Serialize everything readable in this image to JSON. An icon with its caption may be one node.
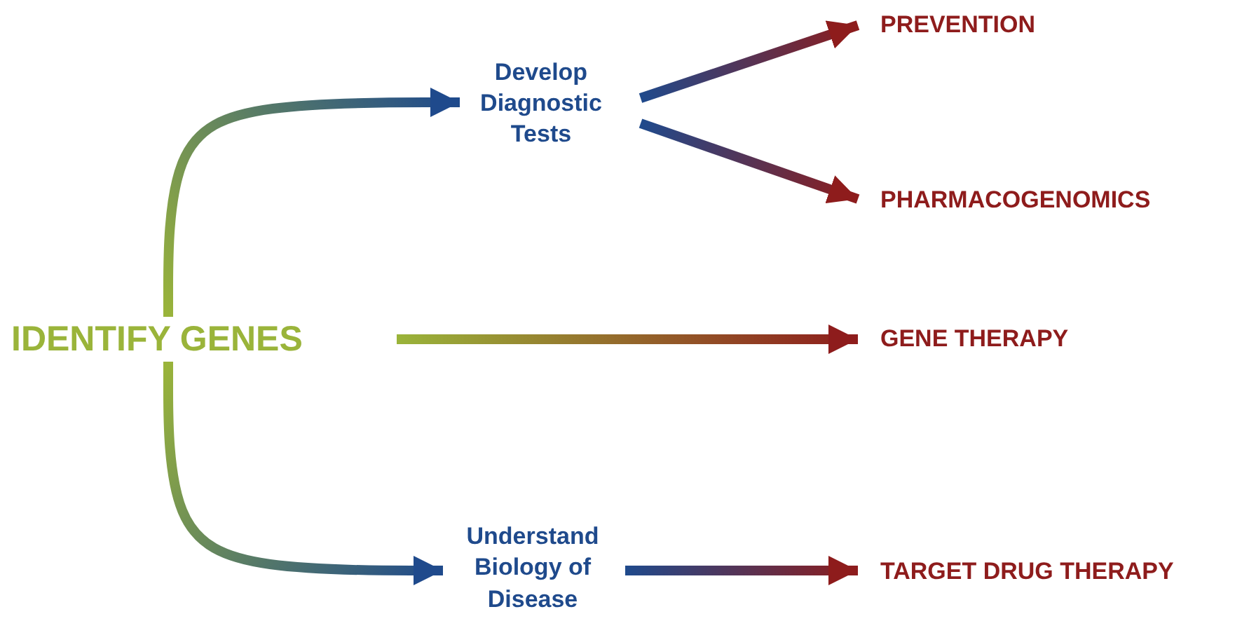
{
  "diagram": {
    "nodes": [
      {
        "text": [
          "IDENTIFY GENES"
        ]
      },
      {
        "text": [
          "Develop Diagnostic Tests"
        ]
      },
      {
        "text": [
          "Understand Biology of Disease"
        ]
      },
      {
        "text": [
          "PREVENTION"
        ]
      },
      {
        "text": [
          "PHARMACOGENOMICS"
        ]
      },
      {
        "text": [
          "GENE THERAPY"
        ]
      },
      {
        "text": [
          "TARGET DRUG THERAPY"
        ]
      }
    ],
    "edges": [
      {
        "from": 0,
        "to": 1,
        "arrow": "to"
      },
      {
        "from": 0,
        "to": 5,
        "arrow": "to"
      },
      {
        "from": 0,
        "to": 2,
        "arrow": "to"
      },
      {
        "from": 1,
        "to": 3,
        "arrow": "to"
      },
      {
        "from": 1,
        "to": 4,
        "arrow": "to"
      },
      {
        "from": 2,
        "to": 6,
        "arrow": "to"
      }
    ]
  }
}
